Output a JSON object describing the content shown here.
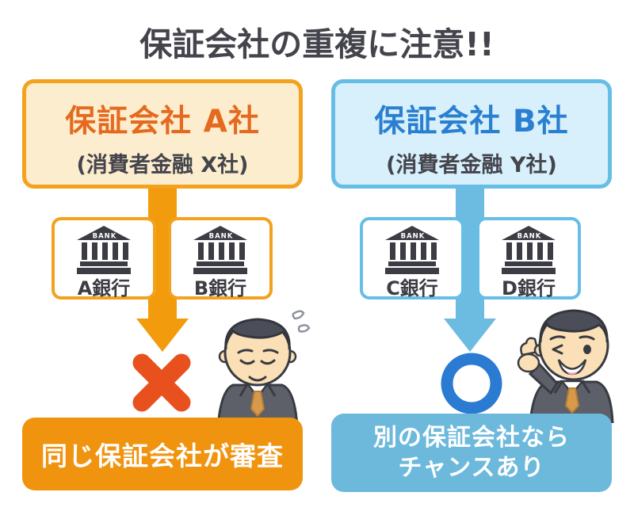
{
  "title": "保証会社の重複に注意!!",
  "colors": {
    "title_text": "#44444c",
    "orange_border": "#f3a21d",
    "orange_bg": "#fcedce",
    "orange_text": "#e5691e",
    "dark_text": "#44444c",
    "orange_arrow": "#f29b0d",
    "x_mark": "#e8511e",
    "orange_banner": "#f0930e",
    "blue_border": "#66bee6",
    "blue_bg": "#d7f0fb",
    "blue_text": "#2a7fd0",
    "blue_arrow": "#6bbce0",
    "o_mark": "#2b7bd2",
    "blue_banner": "#6cb9dc",
    "bank_icon": "#3c3c44",
    "banner_text": "#ffffff"
  },
  "left_column": {
    "header": {
      "title": "保証会社 A社",
      "subtitle": "(消費者金融 X社)"
    },
    "banks": [
      {
        "icon": "bank-icon",
        "icon_label": "BANK",
        "name": "A銀行"
      },
      {
        "icon": "bank-icon",
        "icon_label": "BANK",
        "name": "B銀行"
      }
    ],
    "result": {
      "type": "ng",
      "symbol": "×"
    },
    "character": "worried-businessman",
    "banner_lines": [
      "同じ保証会社が審査"
    ]
  },
  "right_column": {
    "header": {
      "title": "保証会社 B社",
      "subtitle": "(消費者金融 Y社)"
    },
    "banks": [
      {
        "icon": "bank-icon",
        "icon_label": "BANK",
        "name": "C銀行"
      },
      {
        "icon": "bank-icon",
        "icon_label": "BANK",
        "name": "D銀行"
      }
    ],
    "result": {
      "type": "ok",
      "symbol": "○"
    },
    "character": "happy-businessman",
    "banner_lines": [
      "別の保証会社なら",
      "チャンスあり"
    ]
  }
}
